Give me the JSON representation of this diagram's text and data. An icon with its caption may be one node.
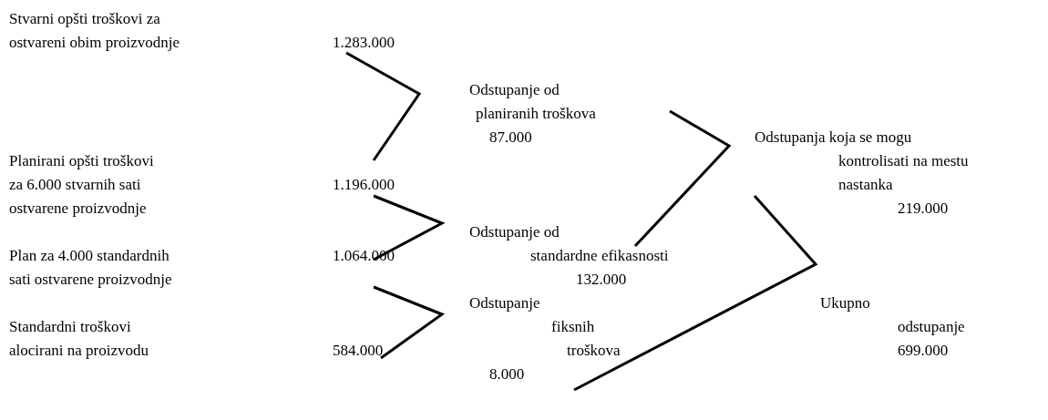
{
  "diagram": {
    "labels": [
      "Stvarni opšti troškovi za ostvareni obim proizvodnje",
      "1.283.000",
      "Odstupanje od planiranih troškova",
      "87.000",
      "Odstupanja koja se mogu kontrolisati na mestu nastanka",
      "219.000",
      "Planirani opšti troškovi za 6.000 stvarnih sati ostvarene proizvodnje",
      "1.196.000",
      "Odstupanje od standardne efikasnosti",
      "132.000",
      "Plan za 4.000 standardnih sati ostvarene proizvodnje",
      "1.064.000",
      "Odstupanje fiksnih troškova",
      "8.000",
      "Ukupno odstupanje",
      "699.000",
      "Standardni troškovi alocirani na proizvodu",
      "584.000"
    ]
  }
}
